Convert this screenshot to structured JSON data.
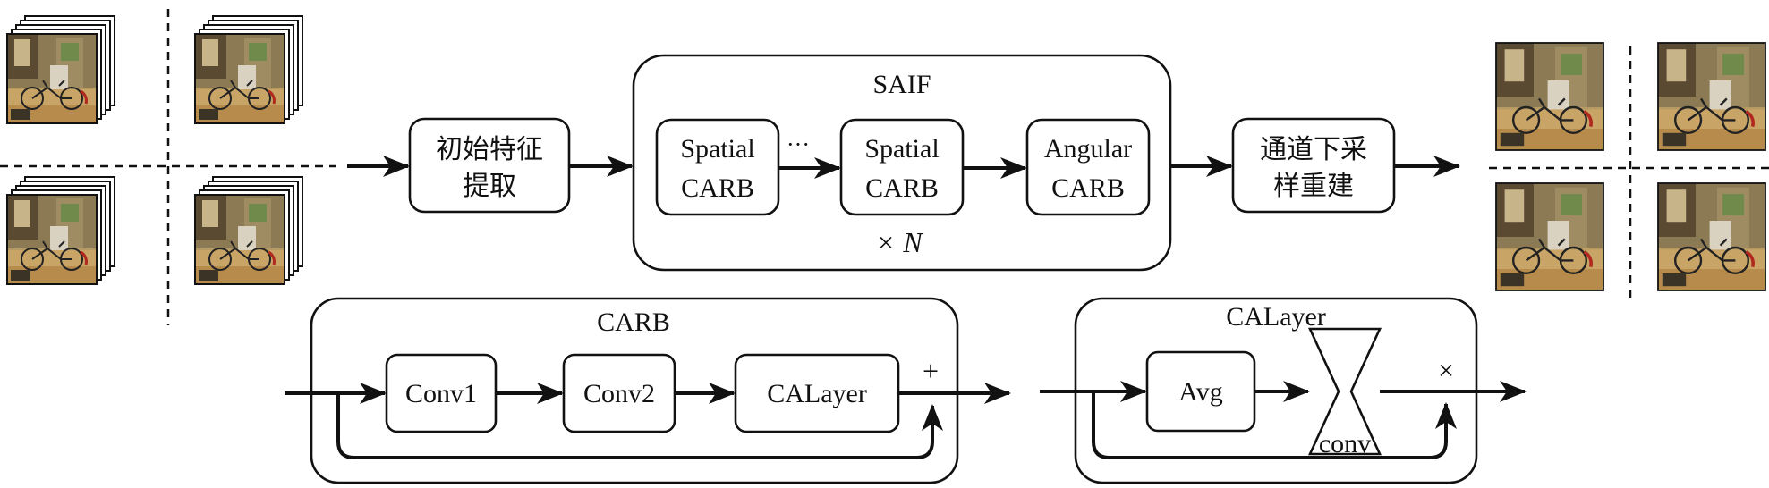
{
  "saif": {
    "title": "SAIF",
    "repeat": "×",
    "repeat_var": "N",
    "ellipsis": "···"
  },
  "blocks": {
    "init_line1": "初始特征",
    "init_line2": "提取",
    "spatial1_line1": "Spatial",
    "spatial1_line2": "CARB",
    "spatial2_line1": "Spatial",
    "spatial2_line2": "CARB",
    "angular_line1": "Angular",
    "angular_line2": "CARB",
    "recon_line1": "通道下采",
    "recon_line2": "样重建"
  },
  "carb": {
    "title": "CARB",
    "conv1": "Conv1",
    "conv2": "Conv2",
    "calayer": "CALayer",
    "plus": "+"
  },
  "calayer": {
    "title": "CALayer",
    "avg": "Avg",
    "conv": "conv",
    "times": "×"
  },
  "colors": {
    "stroke": "#111111",
    "background": "#ffffff"
  },
  "icons": {
    "input_stacks": "light-field-image-stack",
    "output_views": "light-field-view"
  }
}
